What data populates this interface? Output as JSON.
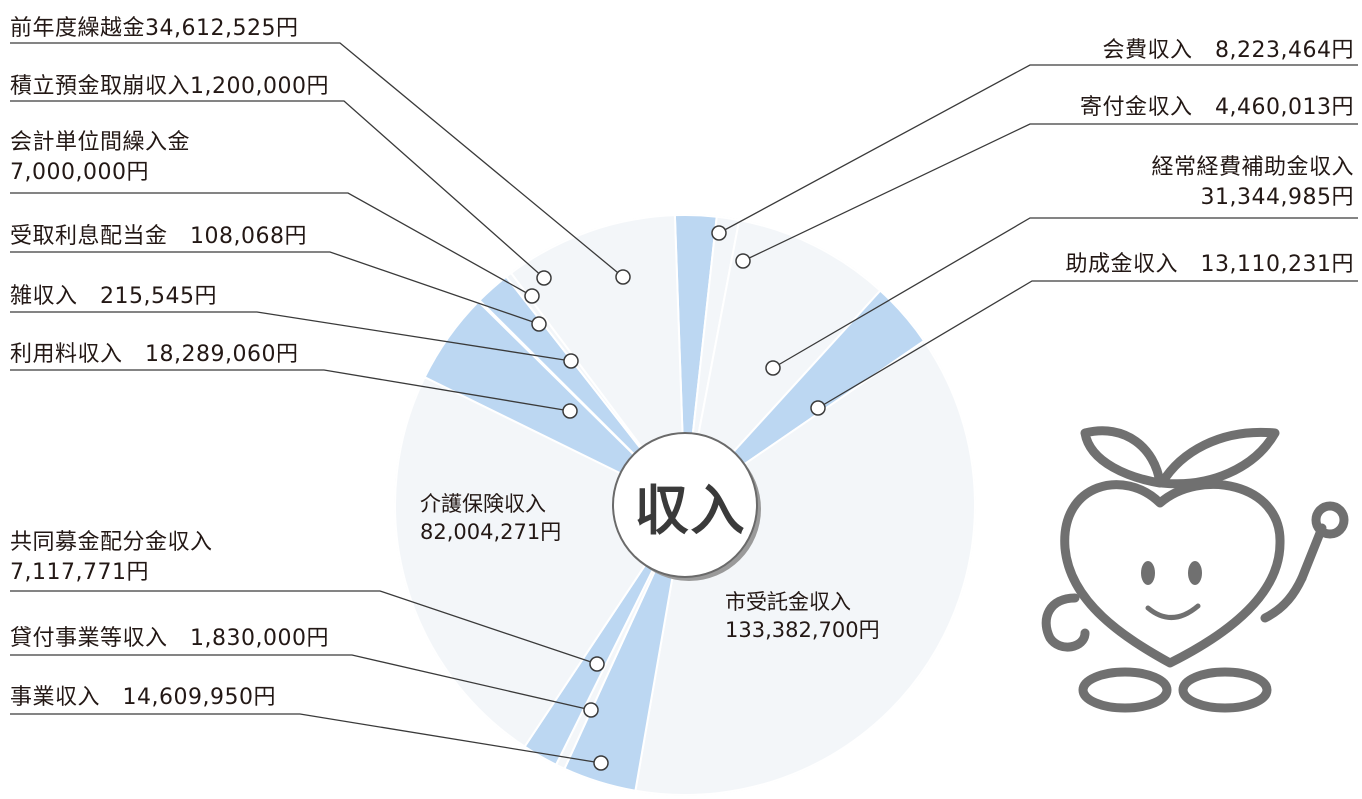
{
  "chart_data": {
    "type": "pie",
    "title": "収入",
    "unit": "円",
    "segments": [
      {
        "name": "前年度繰越金",
        "value": 34612525,
        "label_text": "前年度繰越金34,612,525円"
      },
      {
        "name": "積立預金取崩収入",
        "value": 1200000,
        "label_text": "積立預金取崩収入1,200,000円"
      },
      {
        "name": "会計単位間繰入金",
        "value": 7000000,
        "label_text": "会計単位間繰入金\n7,000,000円"
      },
      {
        "name": "受取利息配当金",
        "value": 108068,
        "label_text": "受取利息配当金　108,068円"
      },
      {
        "name": "雑収入",
        "value": 215545,
        "label_text": "雑収入　215,545円"
      },
      {
        "name": "利用料収入",
        "value": 18289060,
        "label_text": "利用料収入　18,289,060円"
      },
      {
        "name": "介護保険収入",
        "value": 82004271,
        "label_text": "介護保険収入\n82,004,271円"
      },
      {
        "name": "共同募金配分金収入",
        "value": 7117771,
        "label_text": "共同募金配分金収入\n7,117,771円"
      },
      {
        "name": "貸付事業等収入",
        "value": 1830000,
        "label_text": "貸付事業等収入　1,830,000円"
      },
      {
        "name": "事業収入",
        "value": 14609950,
        "label_text": "事業収入　14,609,950円"
      },
      {
        "name": "市受託金収入",
        "value": 133382700,
        "label_text": "市受託金収入\n133,382,700円"
      },
      {
        "name": "会費収入",
        "value": 8223464,
        "label_text": "会費収入　8,223,464円"
      },
      {
        "name": "寄付金収入",
        "value": 4460013,
        "label_text": "寄付金収入　4,460,013円"
      },
      {
        "name": "経常経費補助金収入",
        "value": 31344985,
        "label_text": "経常経費補助金収入\n31,344,985円"
      },
      {
        "name": "助成金収入",
        "value": 13110231,
        "label_text": "助成金収入　13,110,231円"
      }
    ]
  },
  "colors": {
    "highlight": "#bcd7f2",
    "pie_fill": "#f3f6f9",
    "pie_edge": "#d8dde3",
    "leader": "#3a3a3a",
    "text": "#231815"
  }
}
